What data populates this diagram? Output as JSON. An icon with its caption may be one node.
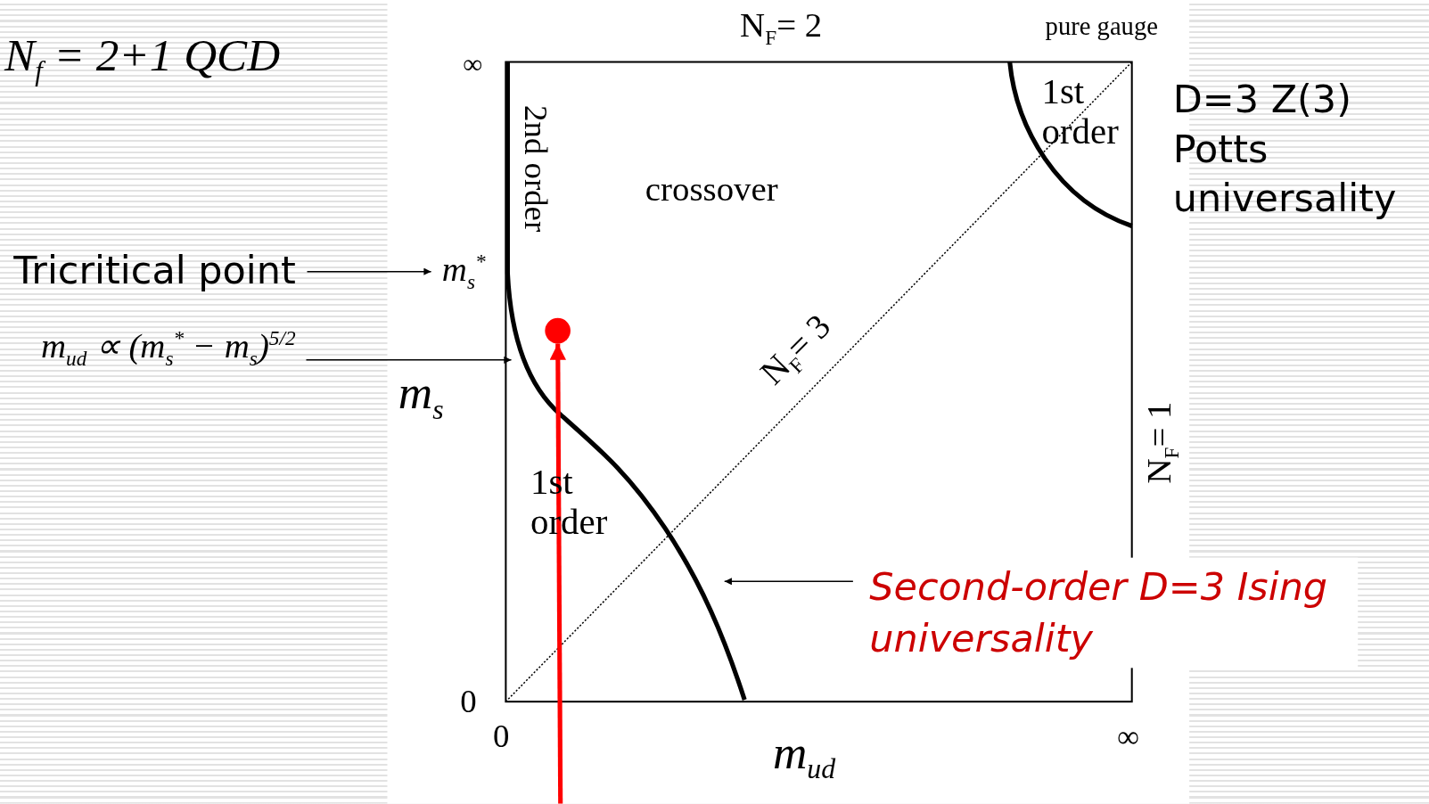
{
  "diagram": {
    "title": "N$_{f}$ = 2+1 QCD",
    "nodes": [
      {
        "text": [
          "Tricritical point"
        ]
      },
      {
        "text": [
          "m$_{s}$$^{*}$"
        ]
      },
      {
        "text": [
          "m$_{ud}$ ∝ (m$_{s}$$^{*}$ − m$_{s}$)$^{5/2}$"
        ]
      },
      {
        "text": [
          "Second-order D=3 Ising universality"
        ]
      },
      {
        "text": [],
        "shape": "circle"
      }
    ],
    "edges": [
      {
        "from": 0,
        "to": 1,
        "arrow": "to"
      },
      {
        "from": 2,
        "to": null,
        "arrow": "to"
      },
      {
        "from": 3,
        "to": null,
        "arrow": "to"
      },
      {
        "from": null,
        "to": 4,
        "arrow": "to",
        "style": "thick",
        "color": "#ff0000"
      }
    ],
    "labels": [
      "∞",
      "0",
      "0",
      "∞",
      "m$_{s}$",
      "m$_{ud}$",
      "N$_{F}$= 2",
      "pure gauge",
      "N$_{F}$= 1",
      "N$_{F}$= 3",
      "2nd order",
      "crossover",
      "1st order",
      "1st order",
      "D=3 Z(3) Potts universality"
    ]
  }
}
